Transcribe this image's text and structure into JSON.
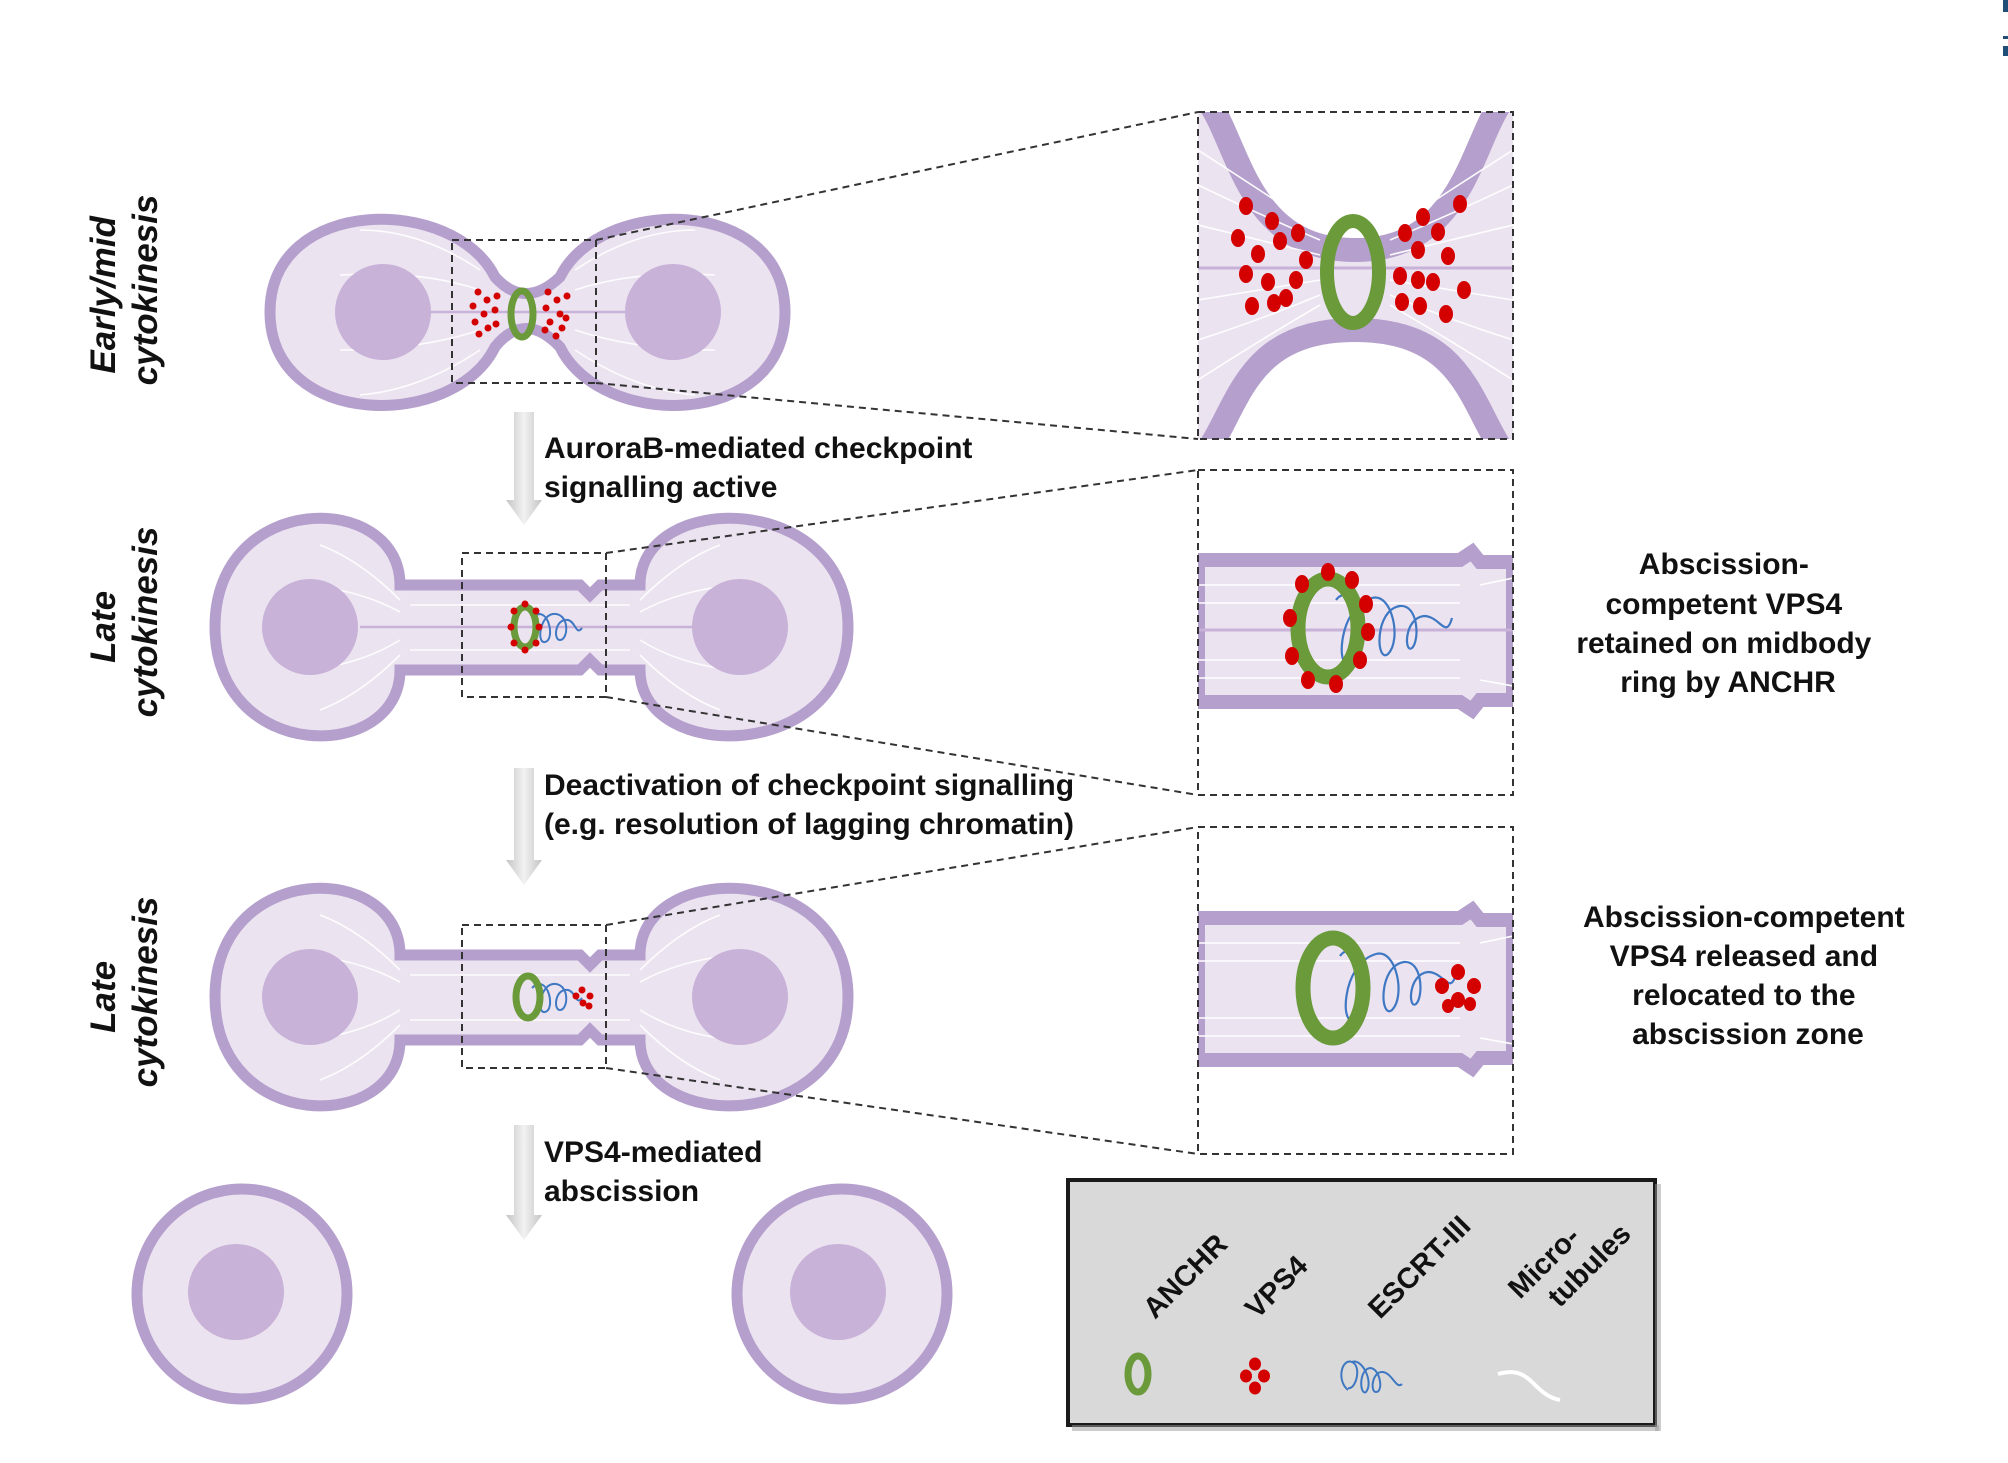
{
  "stages": {
    "early": [
      "Early/mid",
      "cytokinesis"
    ],
    "late1": [
      "Late",
      "cytokinesis"
    ],
    "late2": [
      "Late",
      "cytokinesis"
    ]
  },
  "steps": {
    "step1": [
      "AuroraB-mediated checkpoint",
      "signalling active"
    ],
    "step2": [
      "Deactivation of checkpoint signalling",
      "(e.g. resolution of lagging chromatin)"
    ],
    "step3": [
      "VPS4-mediated",
      "abscission"
    ]
  },
  "notes": {
    "retained": [
      "Abscission-",
      "competent VPS4",
      "retained on midbody",
      "ring by ANCHR"
    ],
    "released": [
      "Abscission-competent",
      "VPS4 released and",
      "relocated to the",
      "abscission zone"
    ]
  },
  "legend": {
    "anchr": "ANCHR",
    "vps4": "VPS4",
    "escrt": "ESCRT-III",
    "micro": [
      "Micro-",
      "tubules"
    ]
  },
  "colors": {
    "membrane": "#b59fcc",
    "cytoplasm": "#ece3f1",
    "nucleus": "#c8b2d8",
    "anchr_ring": "#6a9a3a",
    "vps4": "#d40000",
    "escrt_iii": "#3f78c2",
    "legend_bg": "#d9d9d9",
    "arrow": "#d6d6d6"
  }
}
